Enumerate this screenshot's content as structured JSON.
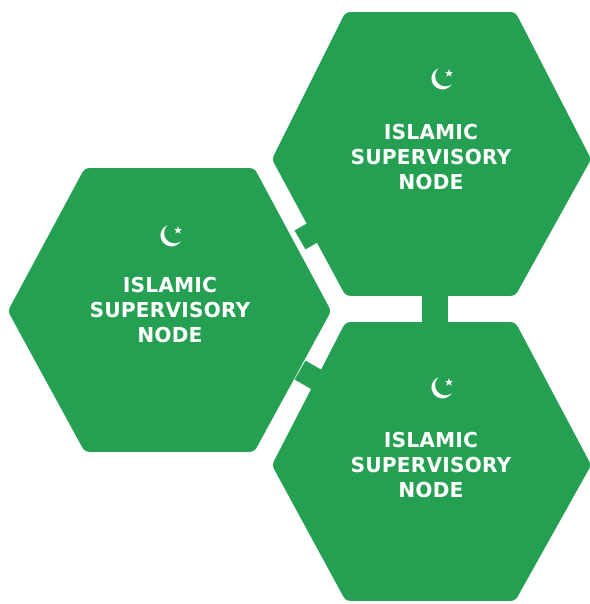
{
  "colors": {
    "node_fill": "#25a052",
    "connector": "#25a052",
    "text": "#ffffff",
    "background": "#ffffff"
  },
  "nodes": [
    {
      "id": "top-right",
      "icon": "crescent-star-icon",
      "line1": "ISLAMIC",
      "line2": "SUPERVISORY",
      "line3": "NODE"
    },
    {
      "id": "left",
      "icon": "crescent-star-icon",
      "line1": "ISLAMIC",
      "line2": "SUPERVISORY",
      "line3": "NODE"
    },
    {
      "id": "bottom-right",
      "icon": "crescent-star-icon",
      "line1": "ISLAMIC",
      "line2": "SUPERVISORY",
      "line3": "NODE"
    }
  ]
}
